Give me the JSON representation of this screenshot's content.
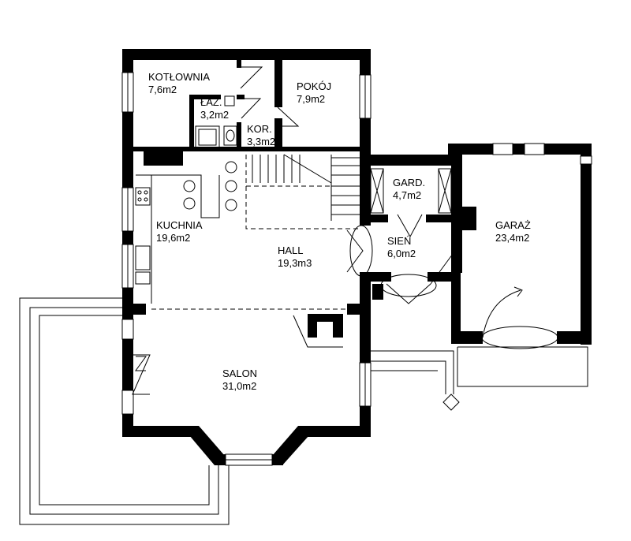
{
  "rooms": {
    "kotlownia": {
      "name": "KOTŁOWNIA",
      "area": "7,6m2"
    },
    "pokoj": {
      "name": "POKÓJ",
      "area": "7,9m2"
    },
    "lazienka": {
      "name": "ŁAZ.",
      "area": "3,2m2"
    },
    "korytarz": {
      "name": "KOR.",
      "area": "3,3m2"
    },
    "garderoba": {
      "name": "GARD.",
      "area": "4,7m2"
    },
    "kuchnia": {
      "name": "KUCHNIA",
      "area": "19,6m2"
    },
    "hall": {
      "name": "HALL",
      "area": "19,3m3"
    },
    "sien": {
      "name": "SIEŃ",
      "area": "6,0m2"
    },
    "garaz": {
      "name": "GARAŻ",
      "area": "23,4m2"
    },
    "salon": {
      "name": "SALON",
      "area": "31,0m2"
    }
  }
}
